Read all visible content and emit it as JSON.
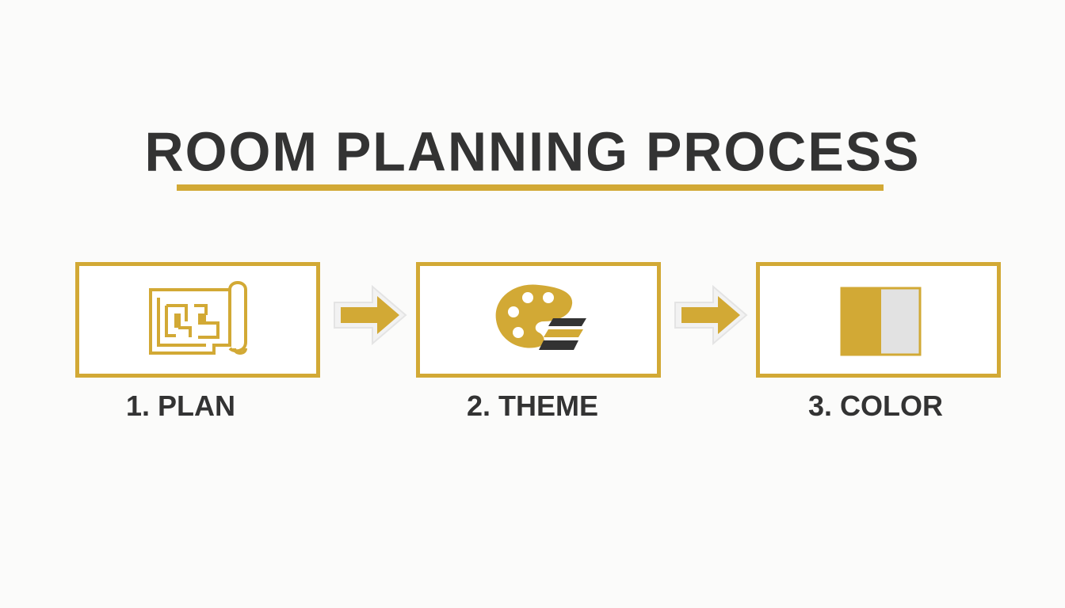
{
  "title": "ROOM PLANNING PROCESS",
  "colors": {
    "accent": "#d2a935",
    "text": "#333333",
    "swatch_light": "#e2e2e2",
    "dark": "#333333"
  },
  "steps": [
    {
      "label": "1. PLAN",
      "icon": "floor-plan-blueprint-icon"
    },
    {
      "label": "2. THEME",
      "icon": "palette-swatches-icon"
    },
    {
      "label": "3. COLOR",
      "icon": "color-swatch-icon"
    }
  ],
  "connectors": [
    "arrow-right-icon",
    "arrow-right-icon"
  ]
}
